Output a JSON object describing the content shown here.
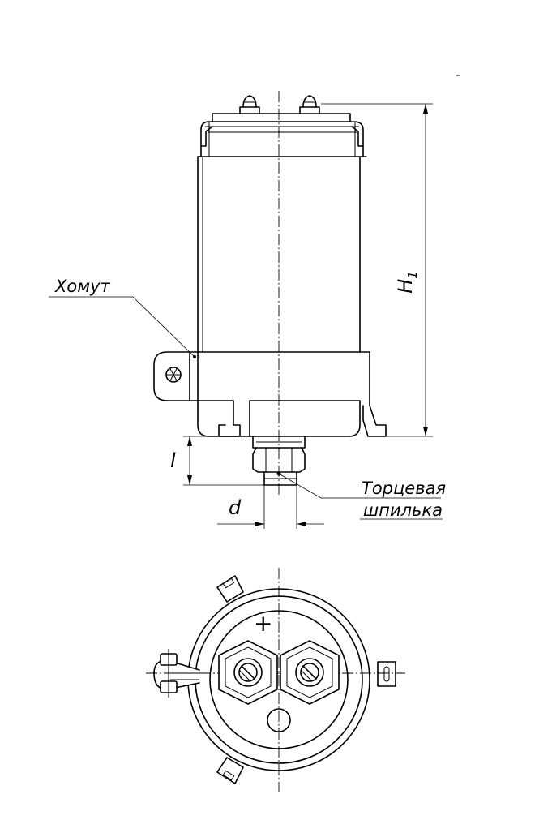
{
  "labels": {
    "clamp": "Хомут",
    "stud_line1": "Торцевая",
    "stud_line2": "шпилька",
    "height_symbol": "H",
    "height_subscript": "1",
    "length_symbol": "l",
    "diameter_symbol": "d",
    "plus_sign": "+"
  }
}
